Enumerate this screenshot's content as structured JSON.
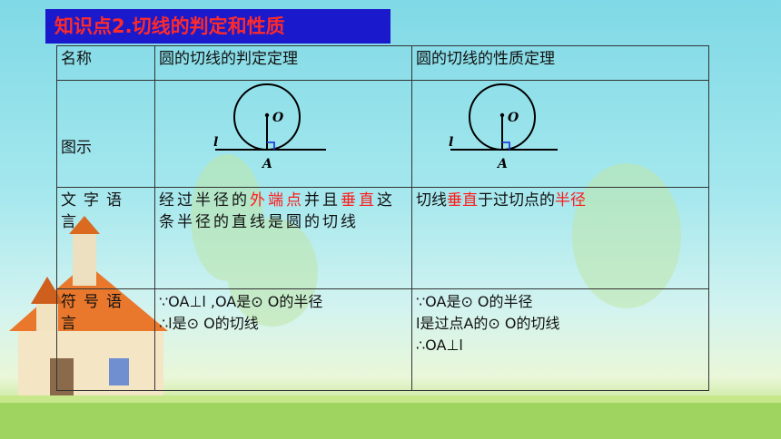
{
  "title": "知识点2.切线的判定和性质",
  "header": {
    "col1": "名称",
    "col2": "圆的切线的判定定理",
    "col3": "圆的切线的性质定理"
  },
  "figure_row": {
    "label": "图示",
    "fig_center_label": "O",
    "fig_point_label": "A",
    "fig_line_label": "l"
  },
  "text_row": {
    "label": "文字语言",
    "judge_pre": "经过半径的",
    "judge_red1": "外端点",
    "judge_mid": "并且",
    "judge_red2": "垂直",
    "judge_post": "这条半径的直线是圆的切线",
    "prop_pre": "切线",
    "prop_red1": "垂直",
    "prop_mid": "于过切点的",
    "prop_red2": "半径"
  },
  "symbol_row": {
    "label": "符号语言",
    "judge_line1": "∵OA⊥l ,OA是⊙ O的半径",
    "judge_line2": "∴l是⊙ O的切线",
    "prop_line1": "∵OA是⊙ O的半径",
    "prop_line2": "l是过点A的⊙ O的切线",
    "prop_line3": "∴OA⊥l"
  }
}
